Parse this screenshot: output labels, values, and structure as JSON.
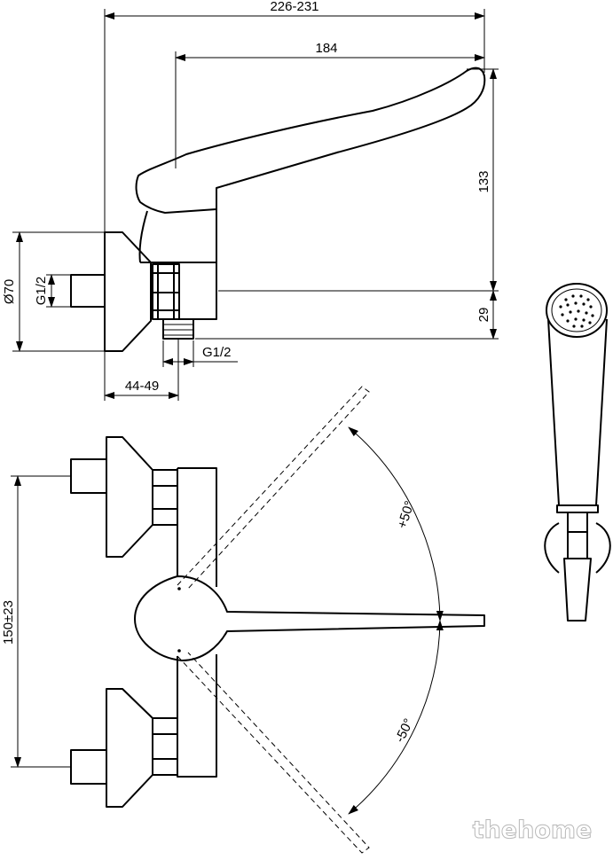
{
  "dimensions": {
    "overall_width": "226-231",
    "lever_length": "184",
    "height": "133",
    "outlet_height": "29",
    "flange_diameter": "Ø70",
    "inlet_thread": "G1/2",
    "outlet_thread": "G1/2",
    "projection": "44-49",
    "inlet_spacing": "150±23",
    "rotation_plus": "+50°",
    "rotation_minus": "-50°"
  },
  "watermark": "thehome"
}
